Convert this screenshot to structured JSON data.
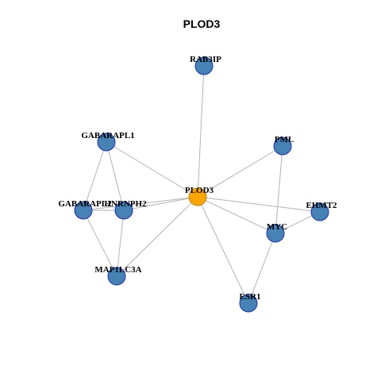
{
  "graph": {
    "title": "PLOD3",
    "colors": {
      "hub_fill": "#FFA500",
      "hub_stroke": "#B8860B",
      "node_fill": "#4682B4",
      "node_stroke": "#1F2FB0",
      "edge": "#B3B3B3"
    },
    "nodes": [
      {
        "id": "PLOD3",
        "label": "PLOD3",
        "hub": true
      },
      {
        "id": "RAB3IP",
        "label": "RAB3IP"
      },
      {
        "id": "GABARAPL1",
        "label": "GABARAPL1"
      },
      {
        "id": "PML",
        "label": "PML"
      },
      {
        "id": "GABARAPL2",
        "label": "GABARAPL2"
      },
      {
        "id": "HNRNPH2",
        "label": "HNRNPH2"
      },
      {
        "id": "EHMT2",
        "label": "EHMT2"
      },
      {
        "id": "MYC",
        "label": "MYC"
      },
      {
        "id": "MAP1LC3A",
        "label": "MAP1LC3A"
      },
      {
        "id": "ESR1",
        "label": "ESR1"
      }
    ],
    "edges": [
      [
        "PLOD3",
        "RAB3IP"
      ],
      [
        "PLOD3",
        "GABARAPL1"
      ],
      [
        "PLOD3",
        "PML"
      ],
      [
        "PLOD3",
        "GABARAPL2"
      ],
      [
        "PLOD3",
        "HNRNPH2"
      ],
      [
        "PLOD3",
        "EHMT2"
      ],
      [
        "PLOD3",
        "MYC"
      ],
      [
        "PLOD3",
        "MAP1LC3A"
      ],
      [
        "PLOD3",
        "ESR1"
      ],
      [
        "GABARAPL1",
        "GABARAPL2"
      ],
      [
        "GABARAPL1",
        "HNRNPH2"
      ],
      [
        "GABARAPL2",
        "HNRNPH2"
      ],
      [
        "GABARAPL2",
        "MAP1LC3A"
      ],
      [
        "HNRNPH2",
        "MAP1LC3A"
      ],
      [
        "PML",
        "MYC"
      ],
      [
        "MYC",
        "EHMT2"
      ],
      [
        "MYC",
        "ESR1"
      ]
    ]
  }
}
